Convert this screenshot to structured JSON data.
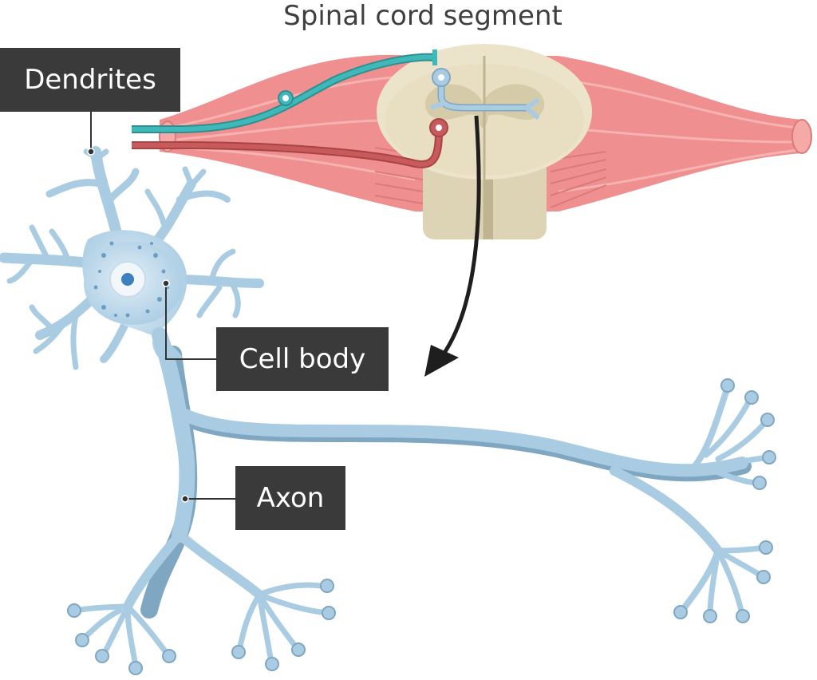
{
  "title": "Spinal cord segment",
  "labels": {
    "dendrites": "Dendrites",
    "cell_body": "Cell body",
    "axon": "Axon"
  },
  "colors": {
    "neuron_fill": "#a9cce3",
    "neuron_shadow": "#7fa7c2",
    "nucleus": "#3d7fbf",
    "muscle": "#f08f8f",
    "muscle_light": "#f6aaa7",
    "cord_white_matter": "#e8e0c8",
    "cord_gray_matter": "#d8ceb0",
    "sensory_fiber": "#3fb8b9",
    "motor_fiber": "#c85a5c",
    "label_bg": "#3a3a3a",
    "label_text": "#ffffff",
    "pointer_line": "#333333",
    "arrow": "#1e1e1e"
  }
}
